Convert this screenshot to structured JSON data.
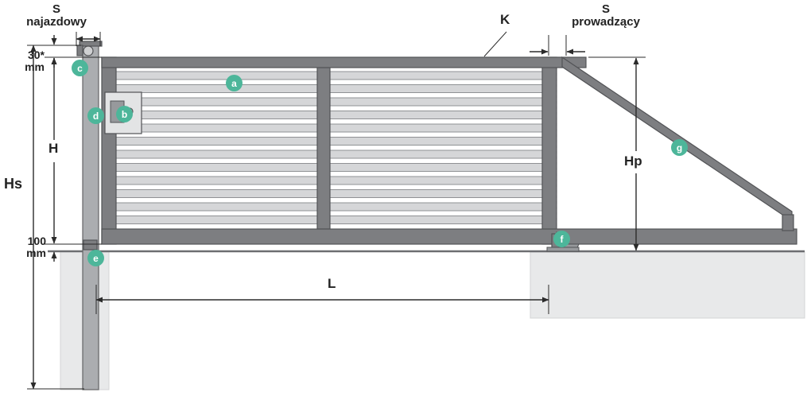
{
  "colors": {
    "marker_fill": "#4db69a",
    "steel_dark": "#7d7e81",
    "steel_light": "#abadb0",
    "slat_fill": "#d5d6d8",
    "slat_border": "#8f9194",
    "foundation_fill": "#e8e9ea",
    "text": "#232323",
    "dim_line": "#2b2b2b"
  },
  "labels": {
    "s_najazdowy": {
      "line1": "S",
      "line2": "najazdowy"
    },
    "s_prowadzacy": {
      "line1": "S",
      "line2": "prowadzący"
    },
    "k": "K",
    "hs": "Hs",
    "h": "H",
    "hp": "Hp",
    "l": "L",
    "offset_top": {
      "value": "30*",
      "unit": "mm"
    },
    "offset_bottom": {
      "value": "100",
      "unit": "mm"
    }
  },
  "markers": [
    {
      "letter": "a"
    },
    {
      "letter": "b"
    },
    {
      "letter": "c"
    },
    {
      "letter": "d"
    },
    {
      "letter": "e"
    },
    {
      "letter": "f"
    },
    {
      "letter": "g"
    }
  ]
}
